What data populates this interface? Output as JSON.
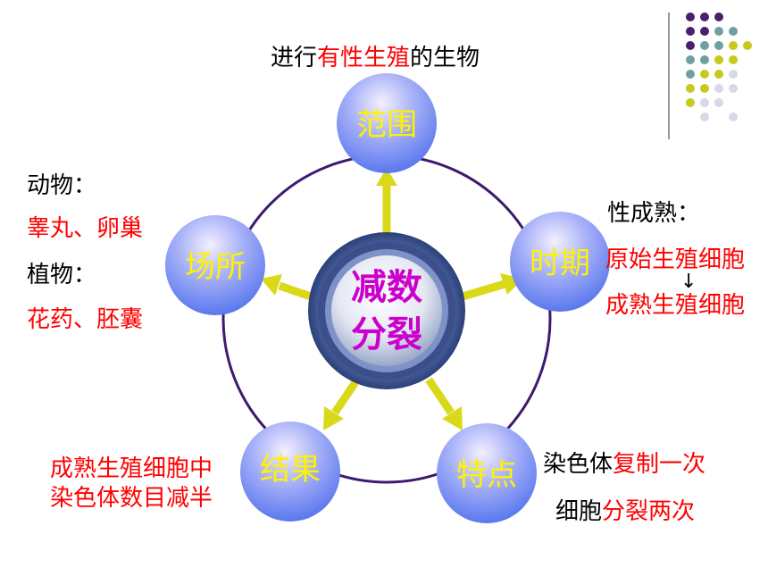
{
  "center": {
    "line1": "减数",
    "line2": "分裂"
  },
  "nodes": {
    "scope": "范围",
    "period": "时期",
    "site": "场所",
    "result": "结果",
    "feature": "特点"
  },
  "scope_text": {
    "pre": "进行",
    "highlight": "有性生殖",
    "post": "的生物"
  },
  "site_text": {
    "animal_label": "动物：",
    "animal_value": "睾丸、卵巢",
    "plant_label": "植物：",
    "plant_value": "花药、胚囊"
  },
  "period_text": {
    "label": "性成熟：",
    "line1": "原始生殖细胞",
    "arrow": "↓",
    "line2": "成熟生殖细胞"
  },
  "result_text": {
    "line1": "成熟生殖细胞中",
    "line2": "染色体数目减半"
  },
  "feature_text": {
    "line1_pre": "染色体",
    "line1_highlight": "复制一次",
    "line2_pre": "细胞",
    "line2_highlight": "分裂两次"
  },
  "colors": {
    "ring": "#3d1a6e",
    "arrow": "#d9d91a",
    "node_fill_top": "#e6e0ff",
    "node_fill_bottom": "#6a86f0",
    "node_text": "#fff200",
    "center_text": "#cc00cc",
    "highlight": "#ff0000",
    "dot_purple": "#4b1e6e",
    "dot_teal": "#6fa0a0",
    "dot_yellow": "#c8c81e",
    "dot_light": "#d8d8e8"
  }
}
